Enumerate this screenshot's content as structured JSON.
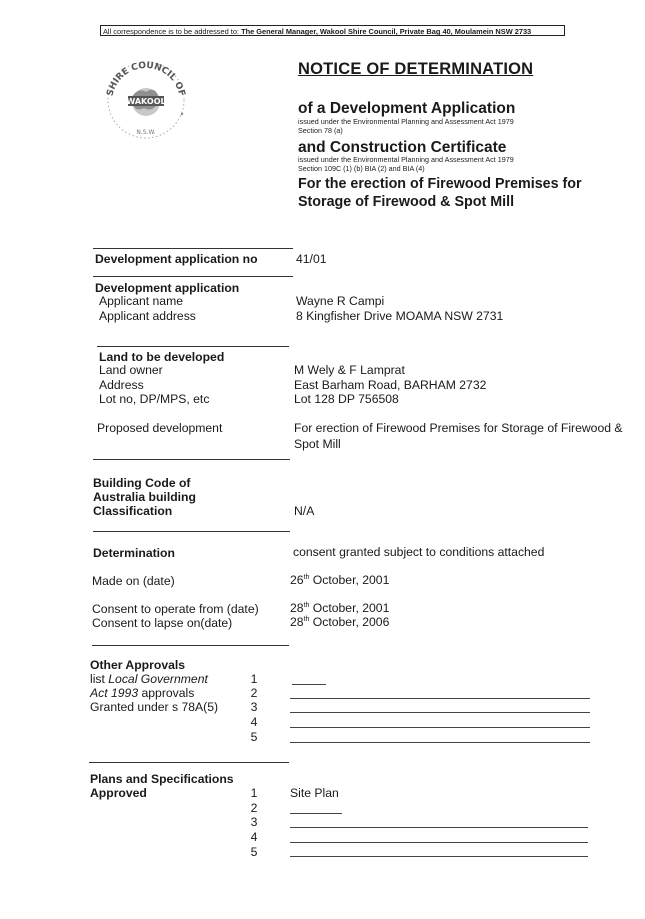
{
  "header": {
    "prefix": "All correspondence is to be addressed to:",
    "address": "The General Manager, Wakool Shire Council, Private Bag 40, Moulamein NSW 2733"
  },
  "seal": {
    "top_text": "SHIRE COUNCIL OF",
    "center_text": "WAKOOL",
    "bottom_text": "N.S.W."
  },
  "title": "NOTICE OF DETERMINATION",
  "sub_da": {
    "heading": "of a Development  Application",
    "note1": "issued under the Environmental Planning and Assessment Act 1979",
    "note2": "Section 78 (a)"
  },
  "sub_cc": {
    "heading": "and Construction Certificate",
    "note1": "issued under the Environmental Planning and Assessment Act 1979",
    "note2": "Section 109C (1) (b) BIA (2) and BIA (4)"
  },
  "purpose": "For the erection of Firewood Premises for Storage of Firewood & Spot Mill",
  "da_no": {
    "label": "Development application no",
    "value": "41/01"
  },
  "application": {
    "heading": "Development application",
    "applicant_name_label": "Applicant name",
    "applicant_name": "Wayne R Campi",
    "applicant_address_label": "Applicant address",
    "applicant_address": "8 Kingfisher Drive MOAMA NSW 2731"
  },
  "land": {
    "heading": "Land to be developed",
    "owner_label": "Land owner",
    "owner": "M Wely & F Lamprat",
    "address_label": "Address",
    "address": "East Barham Road, BARHAM 2732",
    "lot_label": "Lot no, DP/MPS, etc",
    "lot": "Lot 128 DP 756508",
    "proposed_label": "Proposed development",
    "proposed": "For erection of Firewood Premises for Storage of Firewood & Spot Mill"
  },
  "bca": {
    "line1": "Building Code of",
    "line2": "Australia building",
    "line3": "Classification",
    "value": "N/A"
  },
  "determination": {
    "label": "Determination",
    "value": "consent granted subject to conditions attached",
    "made_label": "Made on (date)",
    "made_day": "26",
    "made_sup": "th",
    "made_rest": " October, 2001",
    "operate_label": "Consent to operate from (date)",
    "operate_day": "28",
    "operate_sup": "th",
    "operate_rest": " October, 2001",
    "lapse_label": "Consent to lapse on(date)",
    "lapse_day": "28",
    "lapse_sup": "th",
    "lapse_rest": " October, 2006"
  },
  "other_approvals": {
    "heading": "Other Approvals",
    "line1_pre": "list ",
    "line1_italic": "Local Government",
    "line2_italic": "Act 1993",
    "line2_post": " approvals",
    "line3": "Granted under s 78A(5)",
    "numbers": [
      "1",
      "2",
      "3",
      "4",
      "5"
    ]
  },
  "plans": {
    "heading1": "Plans and Specifications",
    "heading2": "Approved",
    "numbers": [
      "1",
      "2",
      "3",
      "4",
      "5"
    ],
    "item1": "Site Plan"
  }
}
